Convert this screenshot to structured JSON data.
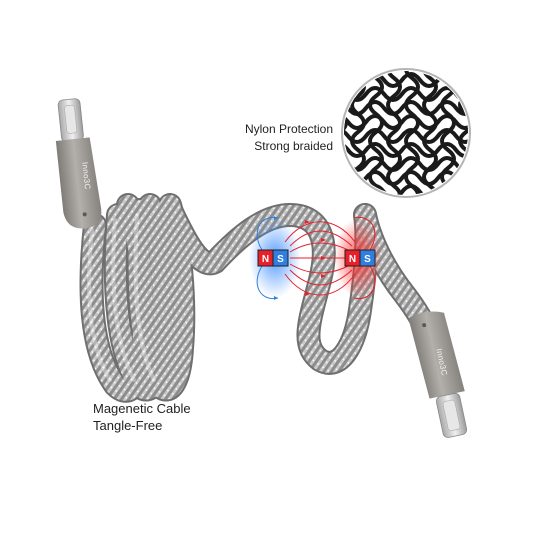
{
  "labels": {
    "nylon_line1": "Nylon Protection",
    "nylon_line2": "Strong braided",
    "magnetic_line1": "Magenetic Cable",
    "magnetic_line2": "Tangle-Free"
  },
  "connector_brand": "Inno3C",
  "magnet_left": {
    "north": "N",
    "south": "S"
  },
  "magnet_right": {
    "north": "N",
    "south": "S"
  },
  "colors": {
    "background": "#ffffff",
    "braid_base": "#8c8c8c",
    "braid_highlight": "#d8d8d8",
    "connector_housing": "#9a9793",
    "connector_metal": "#cfcfcf",
    "magnet_north": "#e8202a",
    "magnet_south": "#2f7fe0",
    "mesh": "#1a1a1a"
  },
  "icons": [
    "usb-c-plug-icon",
    "magnet-icon",
    "braided-mesh-icon"
  ]
}
